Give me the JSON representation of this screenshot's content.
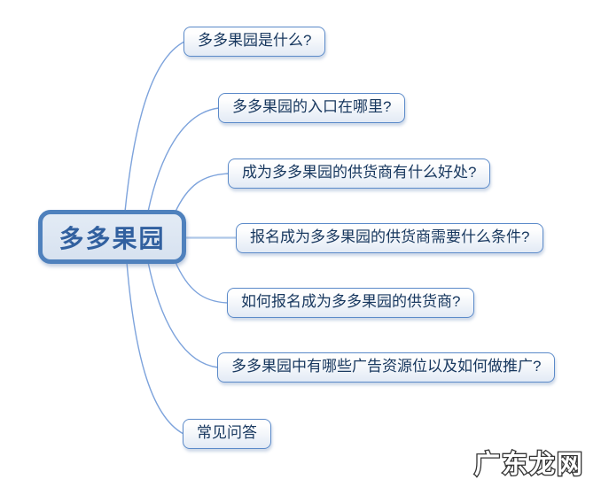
{
  "mindmap": {
    "root": {
      "label": "多多果园"
    },
    "branches": [
      {
        "label": "多多果园是什么?"
      },
      {
        "label": "多多果园的入口在哪里?"
      },
      {
        "label": "成为多多果园的供货商有什么好处?"
      },
      {
        "label": "报名成为多多果园的供货商需要什么条件?"
      },
      {
        "label": "如何报名成为多多果园的供货商?"
      },
      {
        "label": "多多果园中有哪些广告资源位以及如何做推广?"
      },
      {
        "label": "常见问答"
      }
    ]
  },
  "watermark": {
    "text": "广东龙网"
  },
  "colors": {
    "root_border": "#4f81bd",
    "root_fill": "#dce6f2",
    "root_text": "#31609f",
    "branch_border": "#5b8ac9",
    "branch_fill": "#ffffff",
    "branch_text": "#17375e",
    "connector": "#7da3dc"
  }
}
